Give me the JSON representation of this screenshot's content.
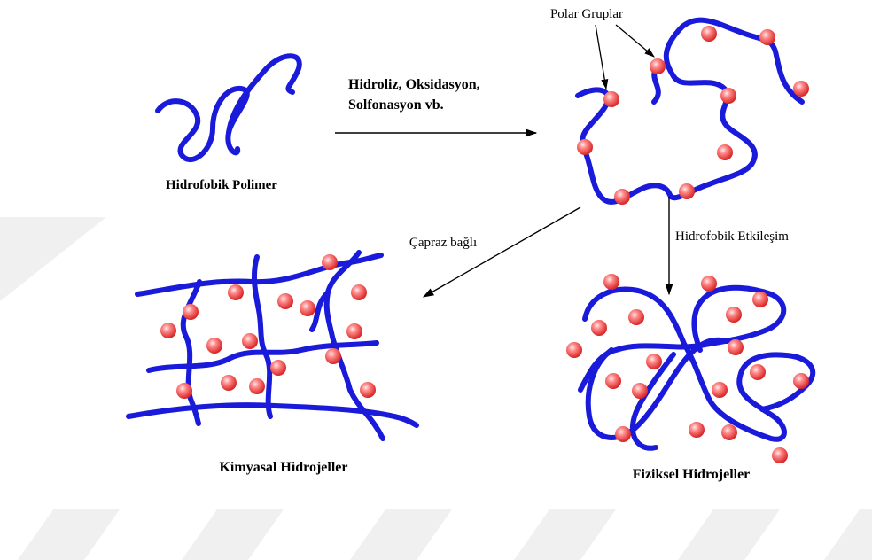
{
  "labels": {
    "hydrophobic_polymer": "Hidrofobik Polimer",
    "reaction_line1": "Hidroliz, Oksidasyon,",
    "reaction_line2": "Solfonasyon vb.",
    "polar_groups": "Polar Gruplar",
    "crosslink": "Çapraz bağlı",
    "hydrophobic_interaction": "Hidrofobik Etkileşim",
    "chemical_hydrogels": "Kimyasal Hidrojeller",
    "physical_hydrogels": "Fiziksel Hidrojeller"
  },
  "colors": {
    "polymer": "#1a1adb",
    "polar_group": "#f25a5a",
    "arrow": "#000000",
    "watermark": "#efefef"
  }
}
